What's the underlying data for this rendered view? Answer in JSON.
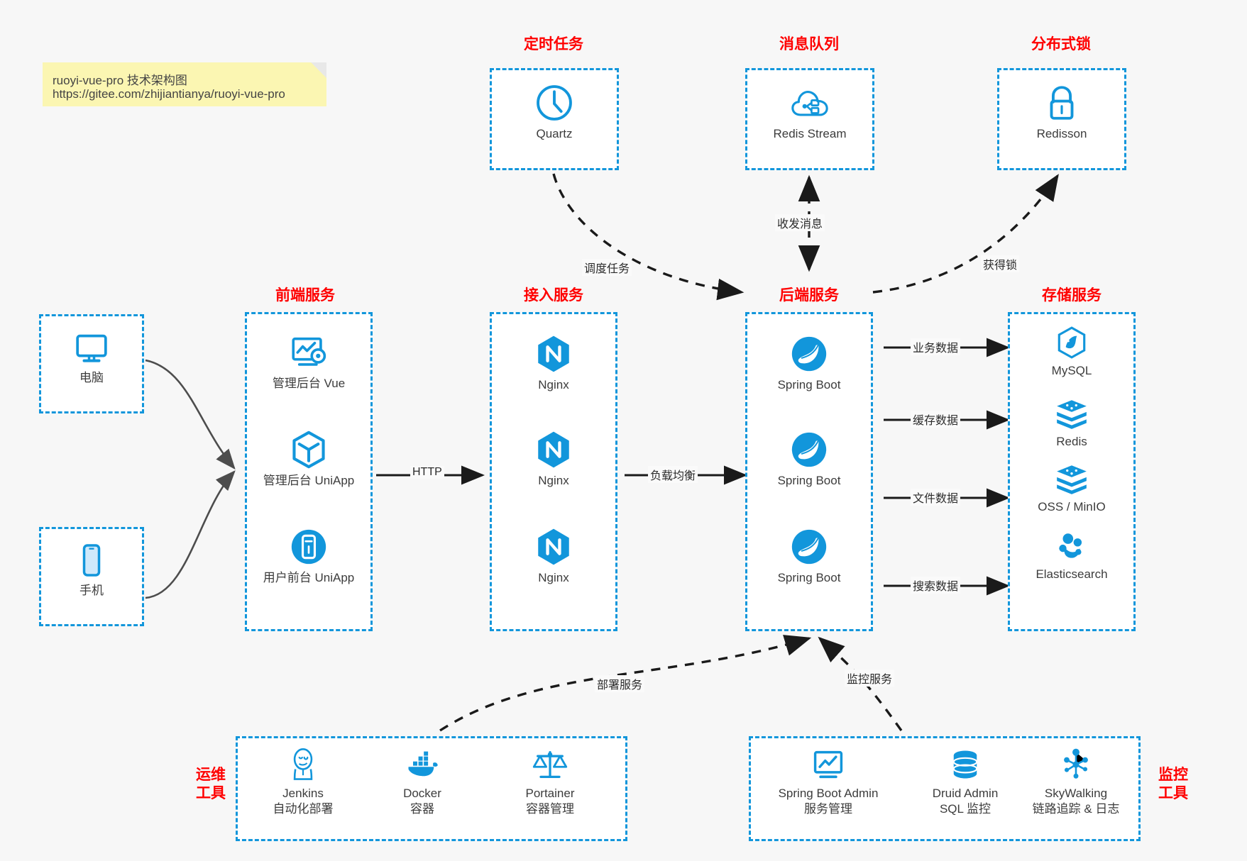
{
  "note": {
    "line1": "ruoyi-vue-pro 技术架构图",
    "line2": "https://gitee.com/zhijiantianya/ruoyi-vue-pro",
    "bg_color": "#fbf6b2"
  },
  "colors": {
    "accent_blue": "#1296db",
    "title_red": "#ff0000",
    "arrow_gray": "#4d4d4d",
    "arrow_black": "#1a1a1a",
    "canvas": "#f7f7f7"
  },
  "groups": {
    "scheduler": {
      "title": "定时任务",
      "nodes": [
        {
          "label": "Quartz",
          "icon": "clock-icon"
        }
      ]
    },
    "mq": {
      "title": "消息队列",
      "nodes": [
        {
          "label": "Redis Stream",
          "icon": "cloud-stream-icon"
        }
      ]
    },
    "lock": {
      "title": "分布式锁",
      "nodes": [
        {
          "label": "Redisson",
          "icon": "lock-icon"
        }
      ]
    },
    "clients": {
      "nodes": [
        {
          "label": "电脑",
          "icon": "desktop-icon"
        },
        {
          "label": "手机",
          "icon": "mobile-icon"
        }
      ]
    },
    "frontend": {
      "title": "前端服务",
      "nodes": [
        {
          "label": "管理后台 Vue",
          "icon": "dashboard-gear-icon"
        },
        {
          "label": "管理后台 UniApp",
          "icon": "cube-icon"
        },
        {
          "label": "用户前台 UniApp",
          "icon": "phone-circle-icon"
        }
      ]
    },
    "gateway": {
      "title": "接入服务",
      "nodes": [
        {
          "label": "Nginx",
          "icon": "nginx-icon"
        },
        {
          "label": "Nginx",
          "icon": "nginx-icon"
        },
        {
          "label": "Nginx",
          "icon": "nginx-icon"
        }
      ]
    },
    "backend": {
      "title": "后端服务",
      "nodes": [
        {
          "label": "Spring Boot",
          "icon": "spring-icon"
        },
        {
          "label": "Spring Boot",
          "icon": "spring-icon"
        },
        {
          "label": "Spring Boot",
          "icon": "spring-icon"
        }
      ]
    },
    "storage": {
      "title": "存储服务",
      "nodes": [
        {
          "label": "MySQL",
          "icon": "mysql-icon"
        },
        {
          "label": "Redis",
          "icon": "redis-icon"
        },
        {
          "label": "OSS / MinIO",
          "icon": "oss-icon"
        },
        {
          "label": "Elasticsearch",
          "icon": "elasticsearch-icon"
        }
      ]
    },
    "devops": {
      "title": "运维\n工具",
      "title_line1": "运维",
      "title_line2": "工具",
      "nodes": [
        {
          "label": "Jenkins",
          "sublabel": "自动化部署",
          "icon": "jenkins-icon"
        },
        {
          "label": "Docker",
          "sublabel": "容器",
          "icon": "docker-icon"
        },
        {
          "label": "Portainer",
          "sublabel": "容器管理",
          "icon": "scales-icon"
        }
      ]
    },
    "monitor": {
      "title_line1": "监控",
      "title_line2": "工具",
      "nodes": [
        {
          "label": "Spring Boot Admin",
          "sublabel": "服务管理",
          "icon": "monitor-chart-icon"
        },
        {
          "label": "Druid Admin",
          "sublabel": "SQL 监控",
          "icon": "database-icon"
        },
        {
          "label": "SkyWalking",
          "sublabel": "链路追踪 & 日志",
          "icon": "skywalking-icon"
        }
      ]
    }
  },
  "edges": [
    {
      "id": "edge-schedule-task",
      "label": "调度任务",
      "style": "dashed"
    },
    {
      "id": "edge-send-receive-message",
      "label": "收发消息",
      "style": "dashed"
    },
    {
      "id": "edge-acquire-lock",
      "label": "获得锁",
      "style": "dashed"
    },
    {
      "id": "edge-http",
      "label": "HTTP",
      "style": "solid"
    },
    {
      "id": "edge-load-balance",
      "label": "负载均衡",
      "style": "solid"
    },
    {
      "id": "edge-business-data",
      "label": "业务数据",
      "style": "solid"
    },
    {
      "id": "edge-cache-data",
      "label": "缓存数据",
      "style": "solid"
    },
    {
      "id": "edge-file-data",
      "label": "文件数据",
      "style": "solid"
    },
    {
      "id": "edge-search-data",
      "label": "搜索数据",
      "style": "solid"
    },
    {
      "id": "edge-deploy-service",
      "label": "部署服务",
      "style": "dashed"
    },
    {
      "id": "edge-monitor-service",
      "label": "监控服务",
      "style": "dashed"
    }
  ]
}
